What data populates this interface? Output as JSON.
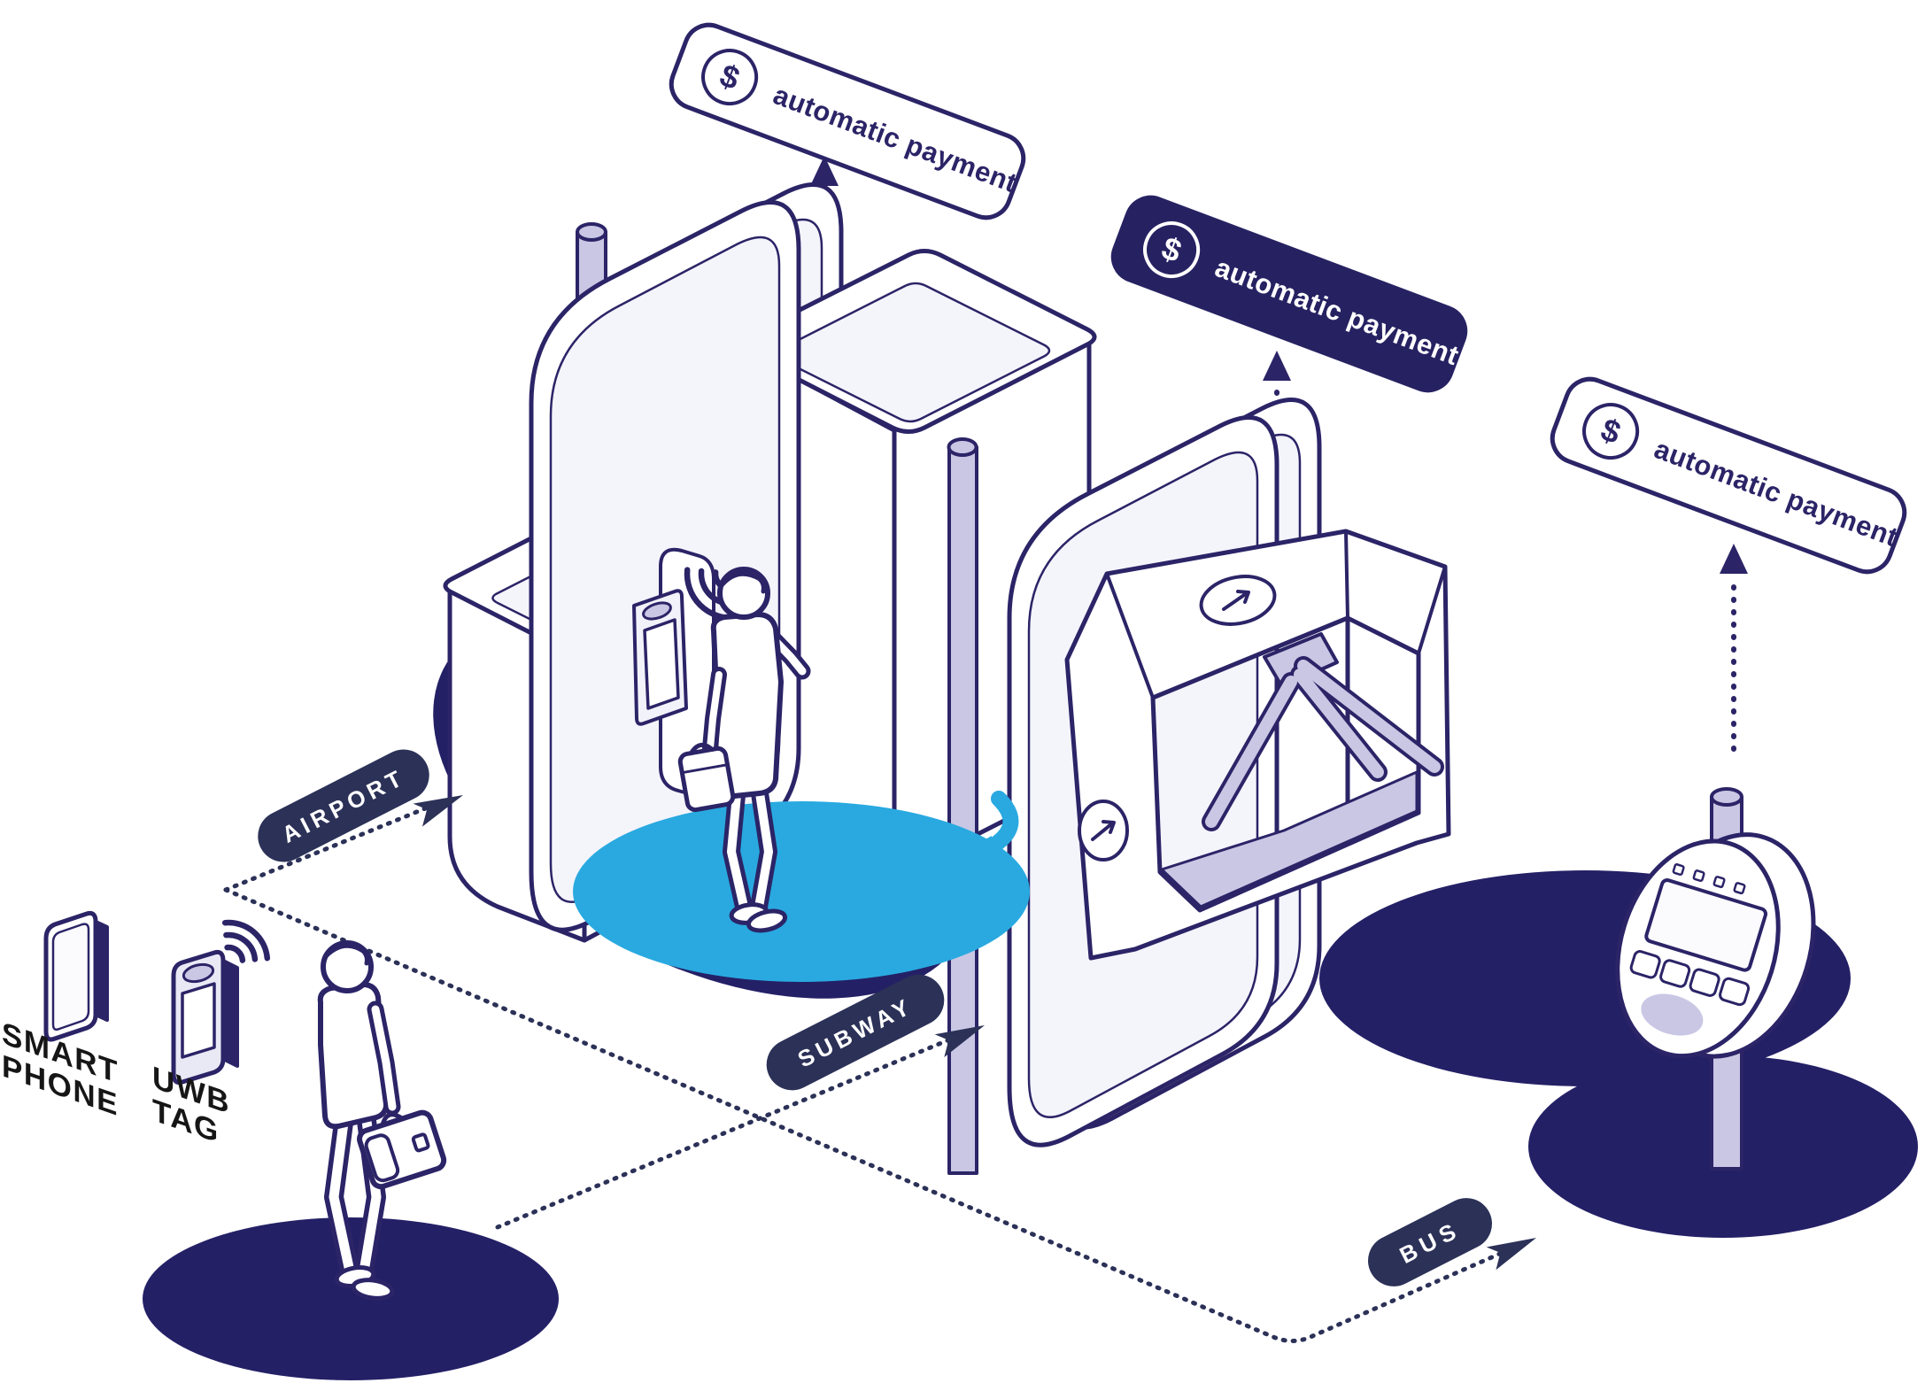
{
  "payment_badges": [
    {
      "id": "airport-payment",
      "label": "automatic payment",
      "icon": "dollar-circle-icon",
      "icon_glyph": "$",
      "style": "light"
    },
    {
      "id": "subway-payment",
      "label": "automatic payment",
      "icon": "dollar-circle-icon",
      "icon_glyph": "$",
      "style": "dark"
    },
    {
      "id": "bus-payment",
      "label": "automatic payment",
      "icon": "dollar-circle-icon",
      "icon_glyph": "$",
      "style": "light"
    }
  ],
  "route_pills": [
    {
      "id": "airport",
      "label": "AIRPORT"
    },
    {
      "id": "subway",
      "label": "SUBWAY"
    },
    {
      "id": "bus",
      "label": "BUS"
    }
  ],
  "device_labels": {
    "smartphone": [
      "SMART",
      "PHONE"
    ],
    "uwb_tag": [
      "UWB",
      "TAG"
    ]
  },
  "colors": {
    "outline_navy": "#2b2467",
    "deep_navy": "#242066",
    "pill_navy": "#2b3157",
    "cyan": "#29a9e0",
    "lavender": "#c9c7e4",
    "light_lavender": "#e4e4f3",
    "pale": "#f4f4fb",
    "label_black": "#161616"
  }
}
